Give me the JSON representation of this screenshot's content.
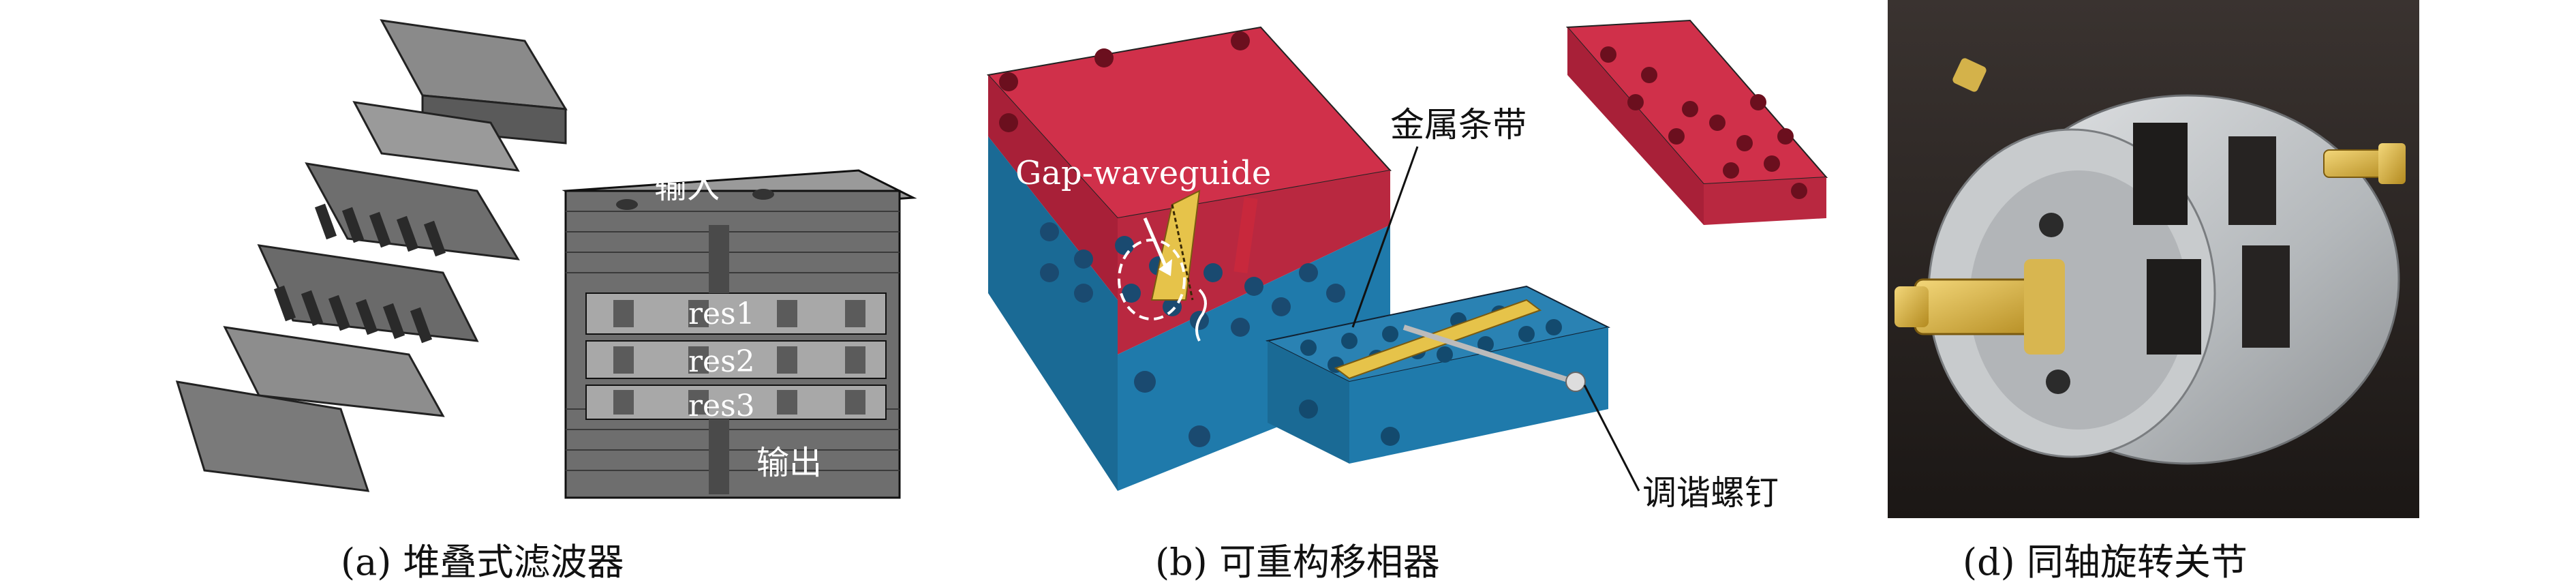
{
  "panel_a": {
    "caption": "(a) 堆叠式滤波器",
    "label_input": "输入",
    "label_output": "输出",
    "res1": "res1",
    "res2": "res2",
    "res3": "res3"
  },
  "panel_b": {
    "caption": "(b) 可重构移相器",
    "label_gap": "Gap-waveguide",
    "label_strip": "金属条带",
    "label_screw": "调谐螺钉"
  },
  "panel_d": {
    "caption": "(d) 同轴旋转关节"
  },
  "colors": {
    "red_metal": "#c8283c",
    "blue_metal": "#1f6e9a",
    "gold": "#e6c34a",
    "cad_gray": "#7d7d7d",
    "photo_bg": "#2a2420",
    "aluminum": "#c9ccce"
  }
}
